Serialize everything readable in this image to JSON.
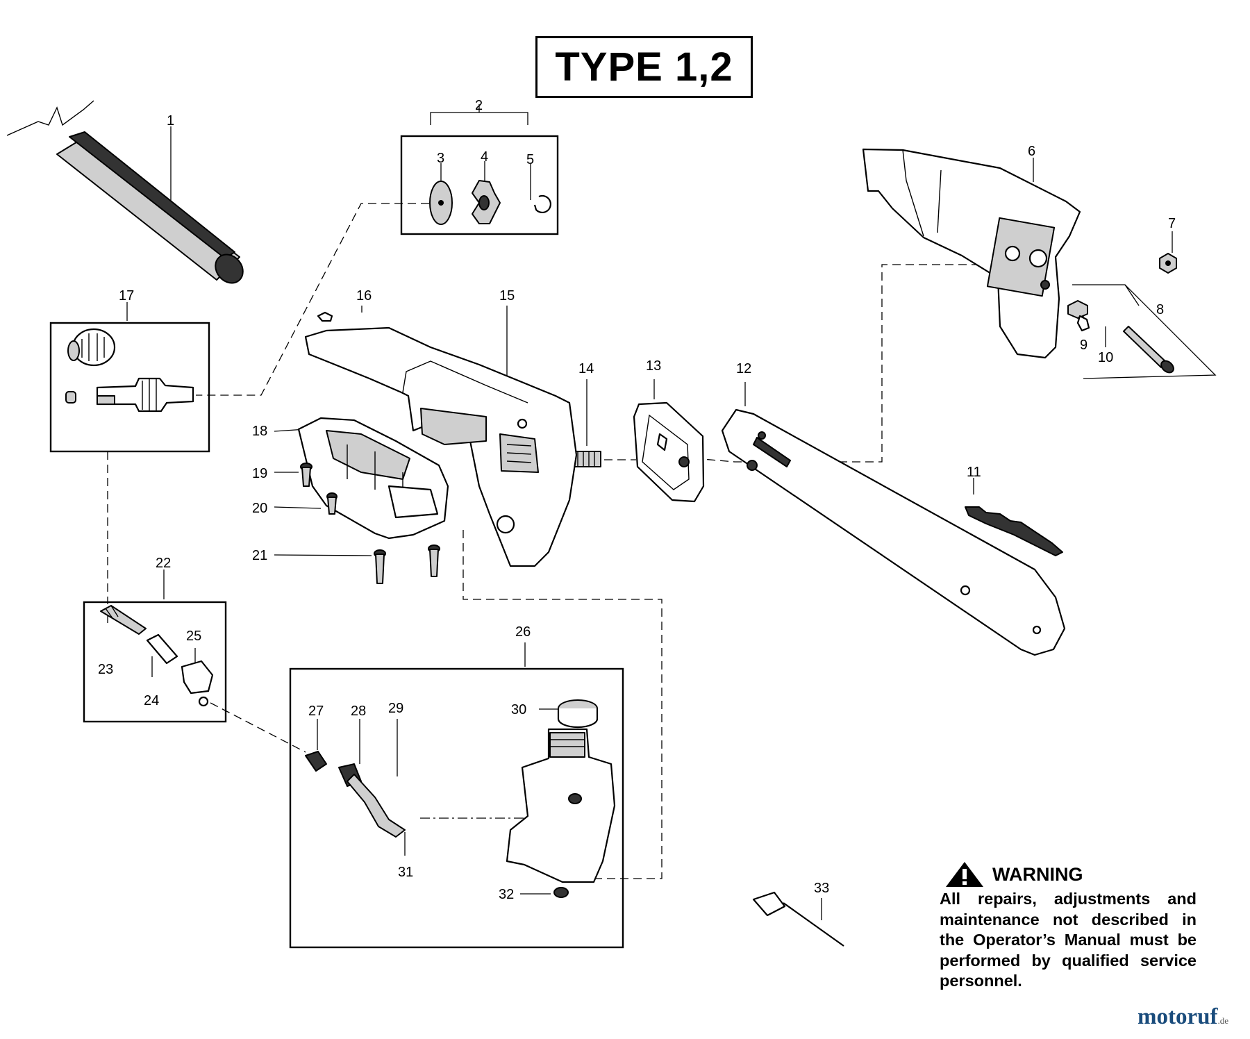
{
  "title": "TYPE 1,2",
  "callouts": [
    "1",
    "2",
    "3",
    "4",
    "5",
    "6",
    "7",
    "8",
    "9",
    "10",
    "11",
    "12",
    "13",
    "14",
    "15",
    "16",
    "17",
    "18",
    "19",
    "20",
    "21",
    "22",
    "23",
    "24",
    "25",
    "26",
    "27",
    "28",
    "29",
    "30",
    "31",
    "32",
    "33"
  ],
  "warning": {
    "heading": "WARNING",
    "text": "All repairs, adjustments and maintenance not described in the Operator’s Manual must be performed by qualified service personnel."
  },
  "watermark": {
    "brand": "motoruf",
    "suffix": ".de"
  },
  "colors": {
    "ink": "#000000",
    "background": "#ffffff",
    "watermark": "#1a4c7c"
  }
}
